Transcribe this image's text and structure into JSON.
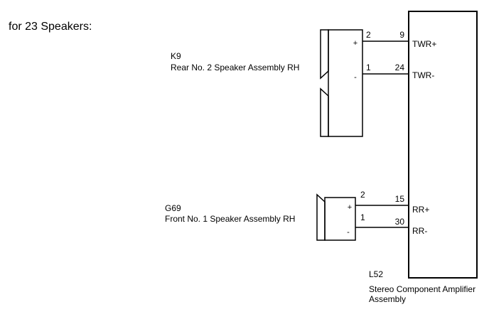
{
  "heading": "for 23 Speakers:",
  "components": {
    "k9": {
      "code": "K9",
      "name": "Rear No. 2 Speaker Assembly RH",
      "pins": [
        {
          "polarity": "+",
          "pin": "2",
          "amp_pin": "9",
          "signal": "TWR+"
        },
        {
          "polarity": "-",
          "pin": "1",
          "amp_pin": "24",
          "signal": "TWR-"
        }
      ]
    },
    "g69": {
      "code": "G69",
      "name": "Front No. 1 Speaker Assembly RH",
      "pins": [
        {
          "polarity": "+",
          "pin": "2",
          "amp_pin": "15",
          "signal": "RR+"
        },
        {
          "polarity": "-",
          "pin": "1",
          "amp_pin": "30",
          "signal": "RR-"
        }
      ]
    },
    "l52": {
      "code": "L52",
      "name_line1": "Stereo Component Amplifier",
      "name_line2": "Assembly"
    }
  }
}
